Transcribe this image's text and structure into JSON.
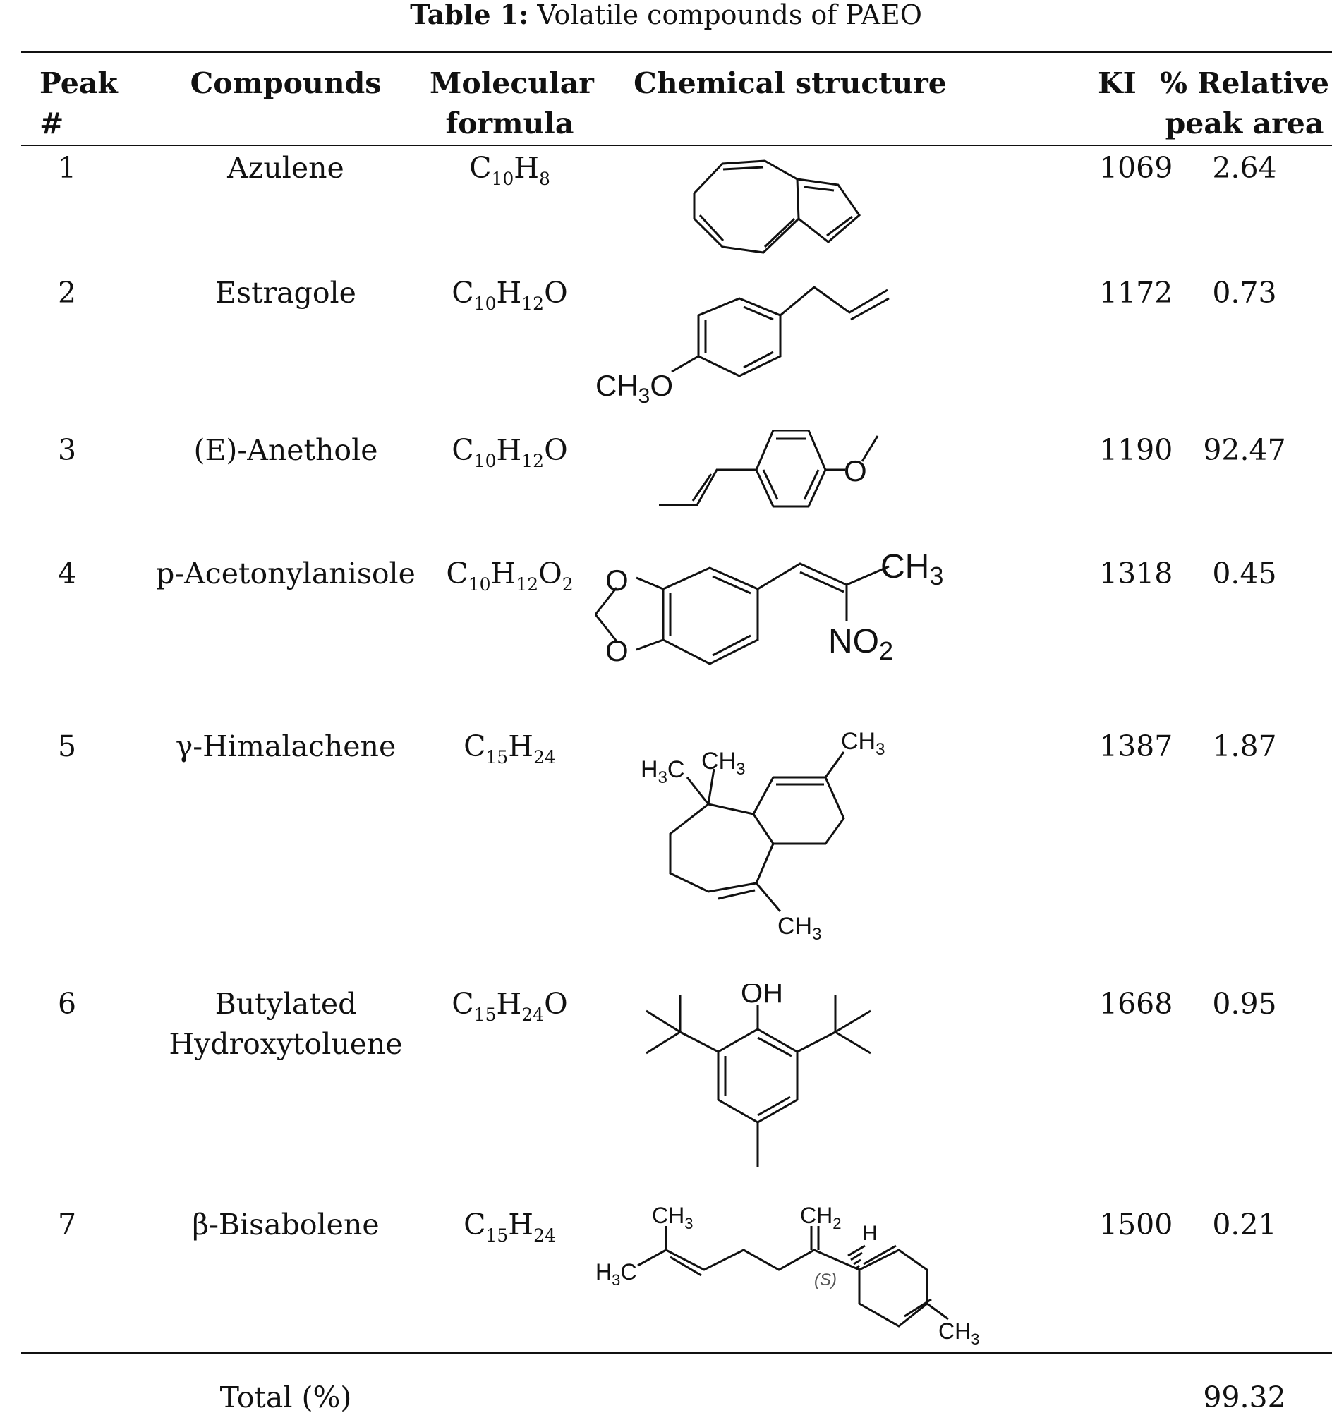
{
  "caption": {
    "label": "Table 1:",
    "text": "Volatile compounds of PAEO"
  },
  "headers": {
    "peak": "Peak #",
    "compounds": "Compounds",
    "formula_line1": "Molecular",
    "formula_line2": "formula",
    "structure": "Chemical structure",
    "ki": "KI",
    "area_line1": "% Relative",
    "area_line2": "peak area"
  },
  "rows": [
    {
      "peak": "1",
      "compound": "Azulene",
      "formula": [
        [
          "C",
          "10"
        ],
        [
          "H",
          "8"
        ]
      ],
      "ki": "1069",
      "area": "2.64",
      "structure_icon": "azulene-structure"
    },
    {
      "peak": "2",
      "compound": "Estragole",
      "formula": [
        [
          "C",
          "10"
        ],
        [
          "H",
          "12"
        ],
        [
          "O",
          ""
        ]
      ],
      "ki": "1172",
      "area": "0.73",
      "structure_icon": "estragole-structure",
      "labels": {
        "ch3o_main": "CH",
        "ch3o_sub": "3",
        "ch3o_tail": "O"
      }
    },
    {
      "peak": "3",
      "compound": "(E)-Anethole",
      "formula": [
        [
          "C",
          "10"
        ],
        [
          "H",
          "12"
        ],
        [
          "O",
          ""
        ]
      ],
      "ki": "1190",
      "area": "92.47",
      "structure_icon": "anethole-structure",
      "labels": {
        "o": "O"
      }
    },
    {
      "peak": "4",
      "compound": "p-Acetonylanisole",
      "formula": [
        [
          "C",
          "10"
        ],
        [
          "H",
          "12"
        ],
        [
          "O",
          "2"
        ]
      ],
      "ki": "1318",
      "area": "0.45",
      "structure_icon": "acetonylanisole-structure",
      "labels": {
        "o": "O",
        "ch3_main": "CH",
        "ch3_sub": "3",
        "no2_main": "NO",
        "no2_sub": "2"
      }
    },
    {
      "peak": "5",
      "compound": "γ-Himalachene",
      "formula": [
        [
          "C",
          "15"
        ],
        [
          "H",
          "24"
        ]
      ],
      "ki": "1387",
      "area": "1.87",
      "structure_icon": "himalachene-structure",
      "labels": {
        "ch3_main": "CH",
        "ch3_sub": "3",
        "h3c_pre": "H",
        "h3c_sub": "3",
        "h3c_post": "C"
      }
    },
    {
      "peak": "6",
      "compound_line1": "Butylated",
      "compound_line2": "Hydroxytoluene",
      "formula": [
        [
          "C",
          "15"
        ],
        [
          "H",
          "24"
        ],
        [
          "O",
          ""
        ]
      ],
      "ki": "1668",
      "area": "0.95",
      "structure_icon": "bht-structure",
      "labels": {
        "oh": "OH"
      }
    },
    {
      "peak": "7",
      "compound": "β-Bisabolene",
      "formula": [
        [
          "C",
          "15"
        ],
        [
          "H",
          "24"
        ]
      ],
      "ki": "1500",
      "area": "0.21",
      "structure_icon": "bisabolene-structure",
      "labels": {
        "ch3_main": "CH",
        "ch3_sub": "3",
        "ch2_main": "CH",
        "ch2_sub": "2",
        "h": "H",
        "s": "(S)",
        "h3c_pre": "H",
        "h3c_sub": "3",
        "h3c_post": "C"
      }
    }
  ],
  "total": {
    "label": "Total (%)",
    "value": "99.32"
  }
}
